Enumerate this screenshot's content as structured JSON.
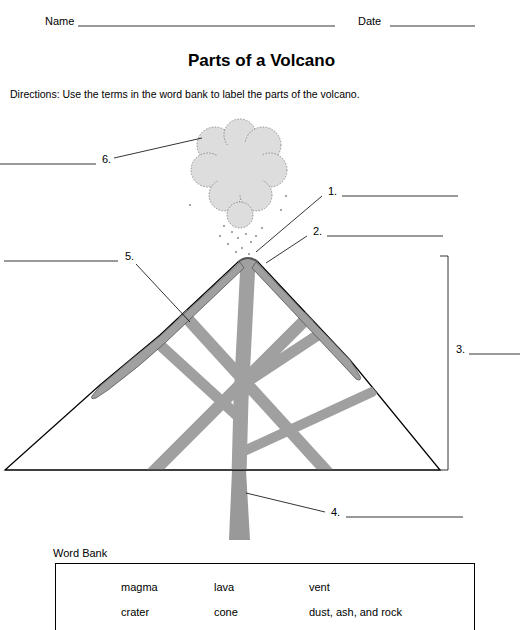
{
  "diagram": {
    "title": "Parts of a Volcano",
    "nodes": [
      {
        "text": [
          "Word Bank",
          "magma",
          "lava",
          "vent",
          "crater",
          "cone",
          "dust, ash, and rock"
        ]
      }
    ],
    "labels": [
      "Name",
      "Date",
      "Directions: Use the terms in the word bank to label the parts of the volcano.",
      "1.",
      "2.",
      "3.",
      "4.",
      "5.",
      "6."
    ]
  }
}
